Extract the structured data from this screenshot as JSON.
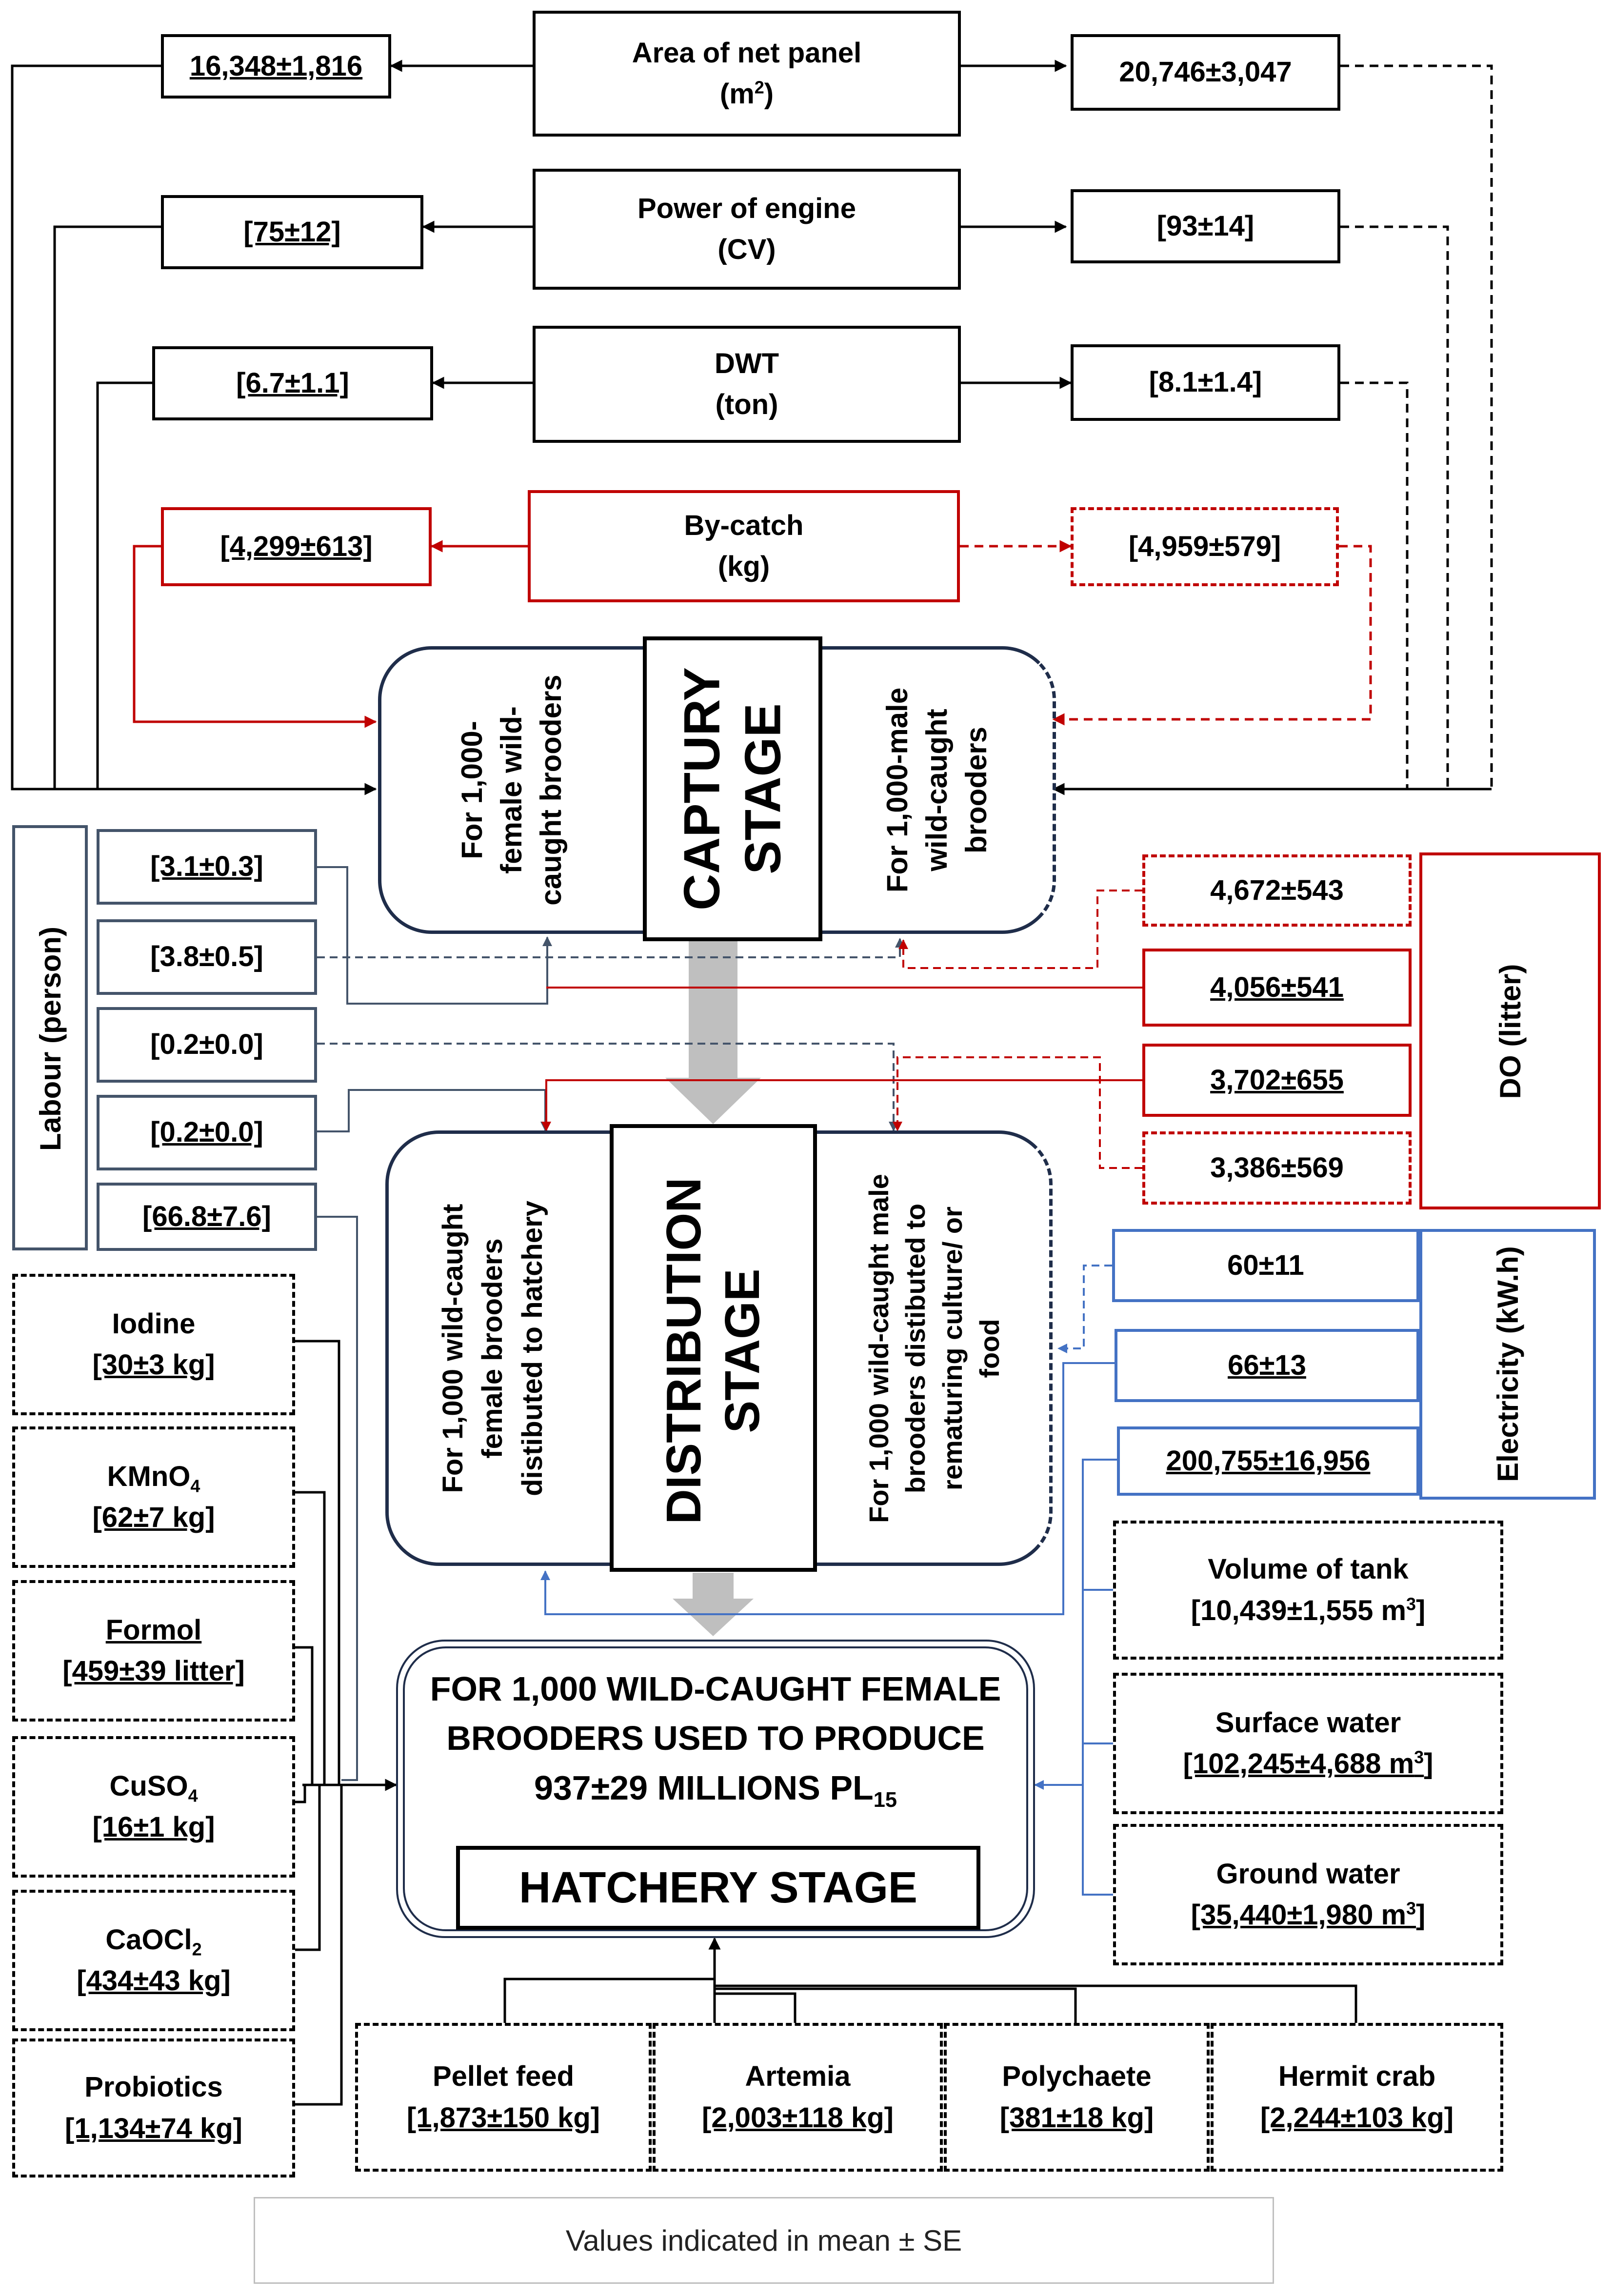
{
  "capture_inputs": {
    "net_area": {
      "title": "Area of net panel",
      "unit": "(m",
      "unit_sup": "2",
      "unit_close": ")",
      "female": "16,348±1,816",
      "male": "20,746±3,047"
    },
    "engine": {
      "title": "Power of engine",
      "unit": "(CV)",
      "female": "[75±12]",
      "male": "[93±14]"
    },
    "dwt": {
      "title": "DWT",
      "unit": "(ton)",
      "female": "[6.7±1.1]",
      "male": "[8.1±1.4]"
    },
    "bycatch": {
      "title": "By-catch",
      "unit": "(kg)",
      "female": "[4,299±613]",
      "male": "[4,959±579]"
    }
  },
  "capture_stage": {
    "label_line1": "CAPTURY",
    "label_line2": "STAGE",
    "female_line1": "For 1,000-",
    "female_line2": "female wild-",
    "female_line3": "caught brooders",
    "male_line1": "For 1,000-male",
    "male_line2": "wild-caught",
    "male_line3": "brooders"
  },
  "labour": {
    "label": "Labour (person)",
    "values": [
      "[3.1±0.3]",
      "[3.8±0.5]",
      "[0.2±0.0]",
      "[0.2±0.0]",
      "[66.8±7.6]"
    ]
  },
  "do": {
    "label": "DO (litter)",
    "values": [
      "4,672±543",
      "4,056±541",
      "3,702±655",
      "3,386±569"
    ]
  },
  "distribution_stage": {
    "label_line1": "DISTRIBUTION",
    "label_line2": "STAGE",
    "female_line1": "For 1,000 wild-caught",
    "female_line2": "female brooders",
    "female_line3": "distibuted to hatchery",
    "male_line1": "For 1,000 wild-caught male",
    "male_line2": "brooders distibuted to",
    "male_line3": "rematuring culture/ or",
    "male_line4": "food"
  },
  "electricity": {
    "label": "Electricity (kW.h)",
    "values": [
      "60±11",
      "66±13",
      "200,755±16,956"
    ]
  },
  "chemicals": [
    {
      "name": "Iodine",
      "sub": "",
      "value": "[30±3 kg]"
    },
    {
      "name": "KMnO",
      "sub": "4",
      "value": "[62±7 kg]"
    },
    {
      "name": "Formol",
      "sub": "",
      "value": "[459±39 litter]"
    },
    {
      "name": "CuSO",
      "sub": "4",
      "value": "[16±1 kg]"
    },
    {
      "name": "CaOCl",
      "sub": "2",
      "value": "[434±43 kg]"
    },
    {
      "name": "Probiotics",
      "sub": "",
      "value": "[1,134±74 kg]"
    }
  ],
  "water": [
    {
      "name": "Volume of tank",
      "value": "[10,439±1,555 m",
      "sup": "3",
      "close": "]"
    },
    {
      "name": "Surface water",
      "value": "[102,245±4,688 m",
      "sup": "3",
      "close": "]"
    },
    {
      "name": "Ground water",
      "value": "[35,440±1,980 m",
      "sup": "3",
      "close": "]"
    }
  ],
  "feeds": [
    {
      "name": "Pellet feed",
      "value": "[1,873±150 kg]"
    },
    {
      "name": "Artemia",
      "value": "[2,003±118 kg]"
    },
    {
      "name": "Polychaete",
      "value": "[381±18 kg]"
    },
    {
      "name": "Hermit crab",
      "value": "[2,244±103 kg]"
    }
  ],
  "hatchery": {
    "line1": "FOR 1,000 WILD-CAUGHT FEMALE",
    "line2": "BROODERS USED TO PRODUCE",
    "line3": "937±29 MILLIONS PL",
    "line3_sub": "15",
    "stage": "HATCHERY STAGE"
  },
  "footnote": "Values indicated in mean ± SE",
  "colors": {
    "black": "#000000",
    "red": "#c00000",
    "slate": "#44546a",
    "blue": "#4472c4",
    "grey_arrow": "#bfbfbf"
  }
}
